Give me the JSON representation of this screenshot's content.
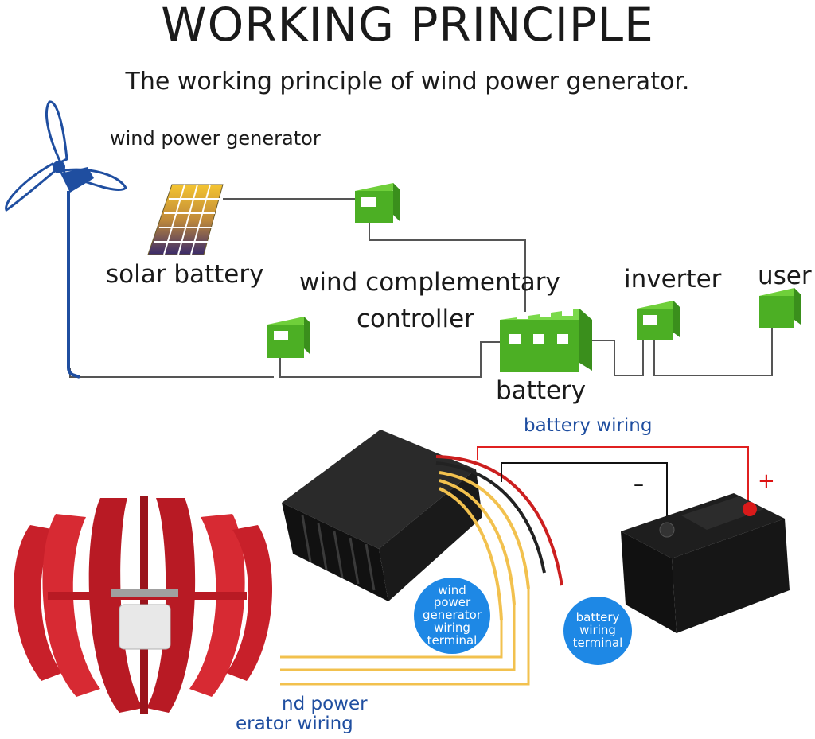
{
  "diagram": {
    "title": "WORKING PRINCIPLE",
    "subtitle": "The working principle of wind power generator.",
    "labels": {
      "wind_power_generator": "wind power generator",
      "solar_battery": "solar battery",
      "controller_line1": "wind complementary",
      "controller_line2": "controller",
      "inverter": "inverter",
      "user": "user",
      "battery": "battery"
    },
    "colors": {
      "component_green": "#4caf24",
      "wire_gray": "#555555",
      "turbine_blue": "#1f4ea0"
    }
  },
  "wiring": {
    "battery_wiring": "battery wiring",
    "negative": "–",
    "positive": "+",
    "generator_terminal": [
      "wind",
      "power",
      "generator",
      "wiring",
      "terminal"
    ],
    "battery_terminal": [
      "battery",
      "wiring",
      "terminal"
    ],
    "generator_wiring_line1": "nd power",
    "generator_wiring_line2": "erator wiring",
    "colors": {
      "badge_blue": "#1e88e5",
      "wire_red": "#e02020",
      "wire_yellow": "#f2c14e",
      "turbine_red": "#c8202a"
    }
  }
}
